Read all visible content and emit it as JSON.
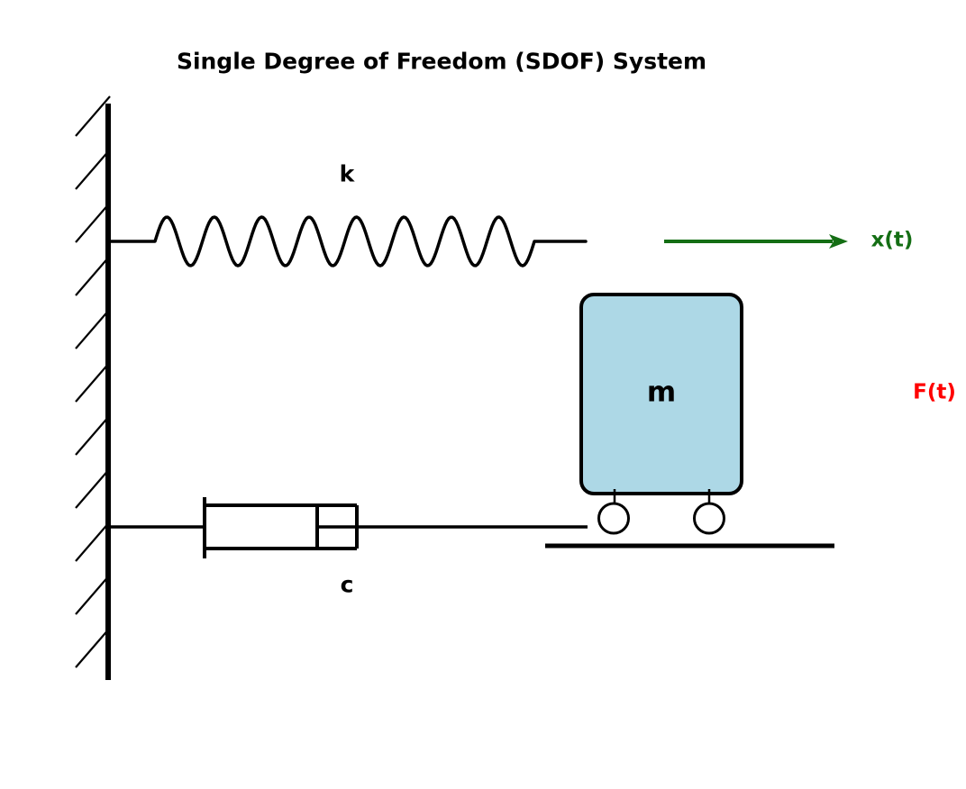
{
  "title": "Single Degree of Freedom (SDOF) System",
  "diagram": {
    "type": "mass-spring-damper schematic",
    "labels": {
      "spring": "k",
      "damper": "c",
      "mass": "m",
      "displacement": "x(t)",
      "force": "F(t)"
    },
    "elements": [
      "fixed wall with hatching (left)",
      "spring k from wall to free end",
      "damper c from wall to free end",
      "mass block m on two rollers over ground line",
      "green displacement arrow x(t) pointing right",
      "red applied-force label F(t) at right"
    ]
  },
  "colors": {
    "background": "#ffffff",
    "line": "#000000",
    "mass_fill": "#add8e6",
    "displacement_green": "#146e14",
    "force_red": "#ff0000"
  }
}
